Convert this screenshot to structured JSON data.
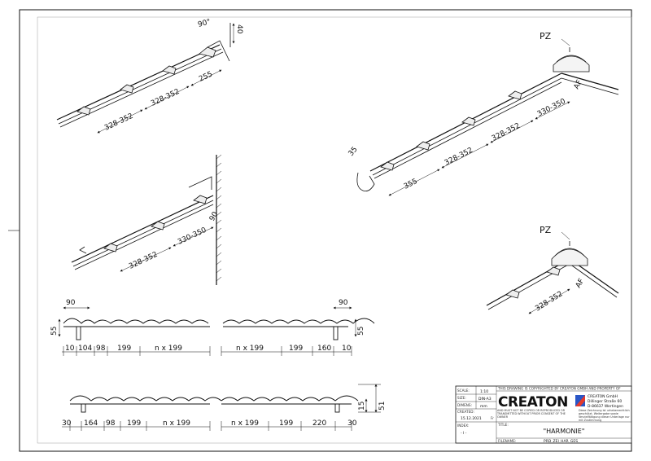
{
  "drawing": {
    "callouts": {
      "pz_top": "PZ",
      "pz_bottom": "PZ",
      "af_top": "AF",
      "af_bottom": "AF"
    },
    "dims": {
      "top_left": {
        "angle": "90°",
        "h": "40",
        "a": "255",
        "b": "328-352",
        "c": "328-352"
      },
      "mid_left": {
        "a": "90",
        "b": "330-350",
        "c": "328-352"
      },
      "top_right": {
        "eave": "35",
        "a": "355",
        "b": "328-352",
        "c": "328-352",
        "d": "330-350"
      },
      "ridge_bottom": {
        "a": "328-352"
      },
      "row1": {
        "left_90": "90",
        "left_55": "55",
        "right_90": "90",
        "right_55": "55",
        "values": [
          "10",
          "104",
          "98",
          "199",
          "n x 199",
          "n x 199",
          "199",
          "160",
          "10"
        ]
      },
      "row2": {
        "right_15": "15",
        "right_51": "51",
        "values": [
          "30",
          "164",
          "98",
          "199",
          "n x 199",
          "n x 199",
          "199",
          "220",
          "30"
        ]
      }
    }
  },
  "title_block": {
    "scale_label": "SCALE:",
    "scale": "1:10",
    "size_label": "SIZE:",
    "size": "DIN-A3",
    "dimens_label": "DIMENS:",
    "dimens": "mm",
    "created_label": "CREATED:",
    "created": "15.12.2021",
    "created_suffix": "Fr",
    "index_label": "INDEX:",
    "index": "- I -",
    "copyright": "THIS DRAWING IS COPYRIGHTED BY CREATON GMBH AND PROPERTY OF",
    "logo": "CREATON",
    "company": "CREATON GmbH",
    "street": "Dillinger Straße 60",
    "city": "D-86637 Wertingen",
    "left_note": "AND MUST NOT BE COPIED OR REPRODUCED OR TRANSMITTED WITHOUT PRIOR CONSENT OF THE OWNER",
    "right_note": "Diese Zeichnung ist urheberrechtlich geschützt. Weitergabe sowie Vervielfältigung dieser Unterlage nur mit Zustimmung",
    "title_label": "TITLE:",
    "title": "\"HARMONIE\"",
    "filename_label": "FILENAME:",
    "filename": "PRD_ZEI_HAR_GES_"
  }
}
